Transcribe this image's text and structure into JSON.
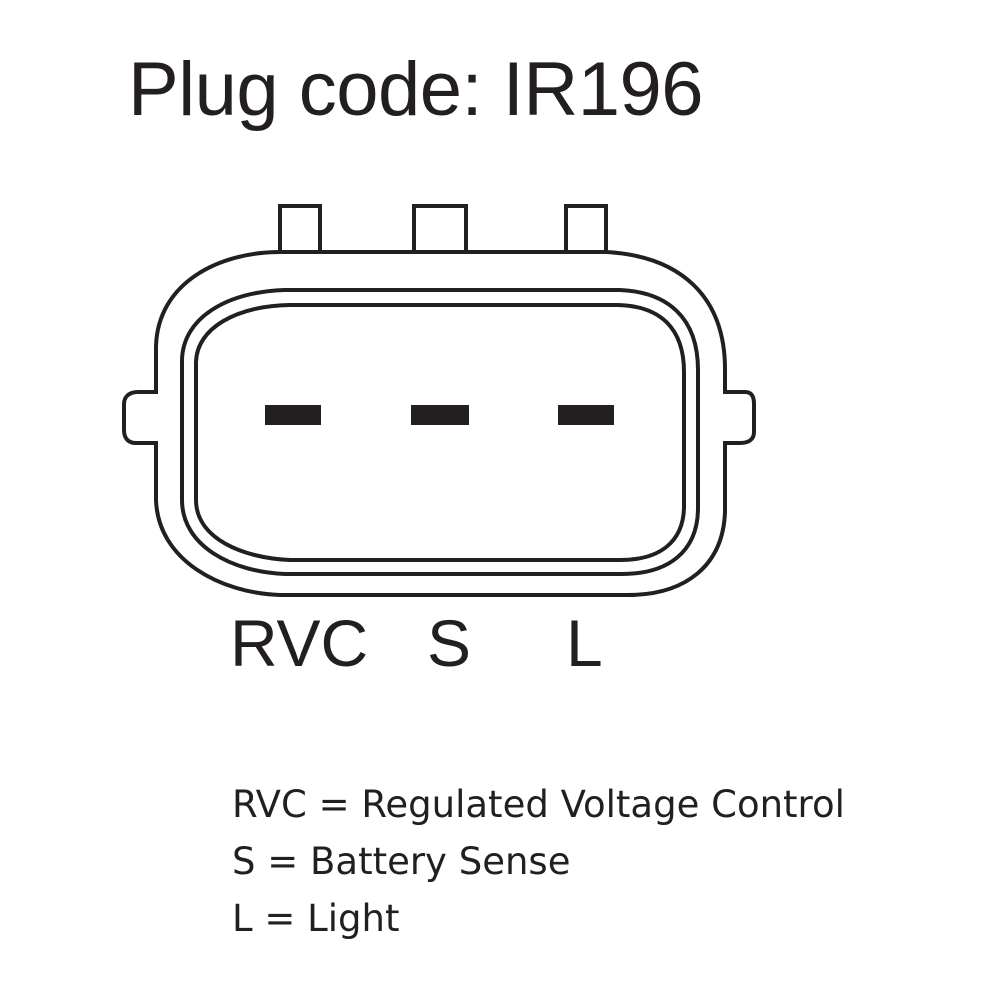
{
  "title": "Plug code: IR196",
  "pins": [
    {
      "label": "RVC"
    },
    {
      "label": "S"
    },
    {
      "label": "L"
    }
  ],
  "legend": [
    {
      "text": "RVC = Regulated Voltage Control"
    },
    {
      "text": "S = Battery Sense"
    },
    {
      "text": "L = Light"
    }
  ],
  "colors": {
    "line": "#231f20",
    "background": "#ffffff"
  }
}
